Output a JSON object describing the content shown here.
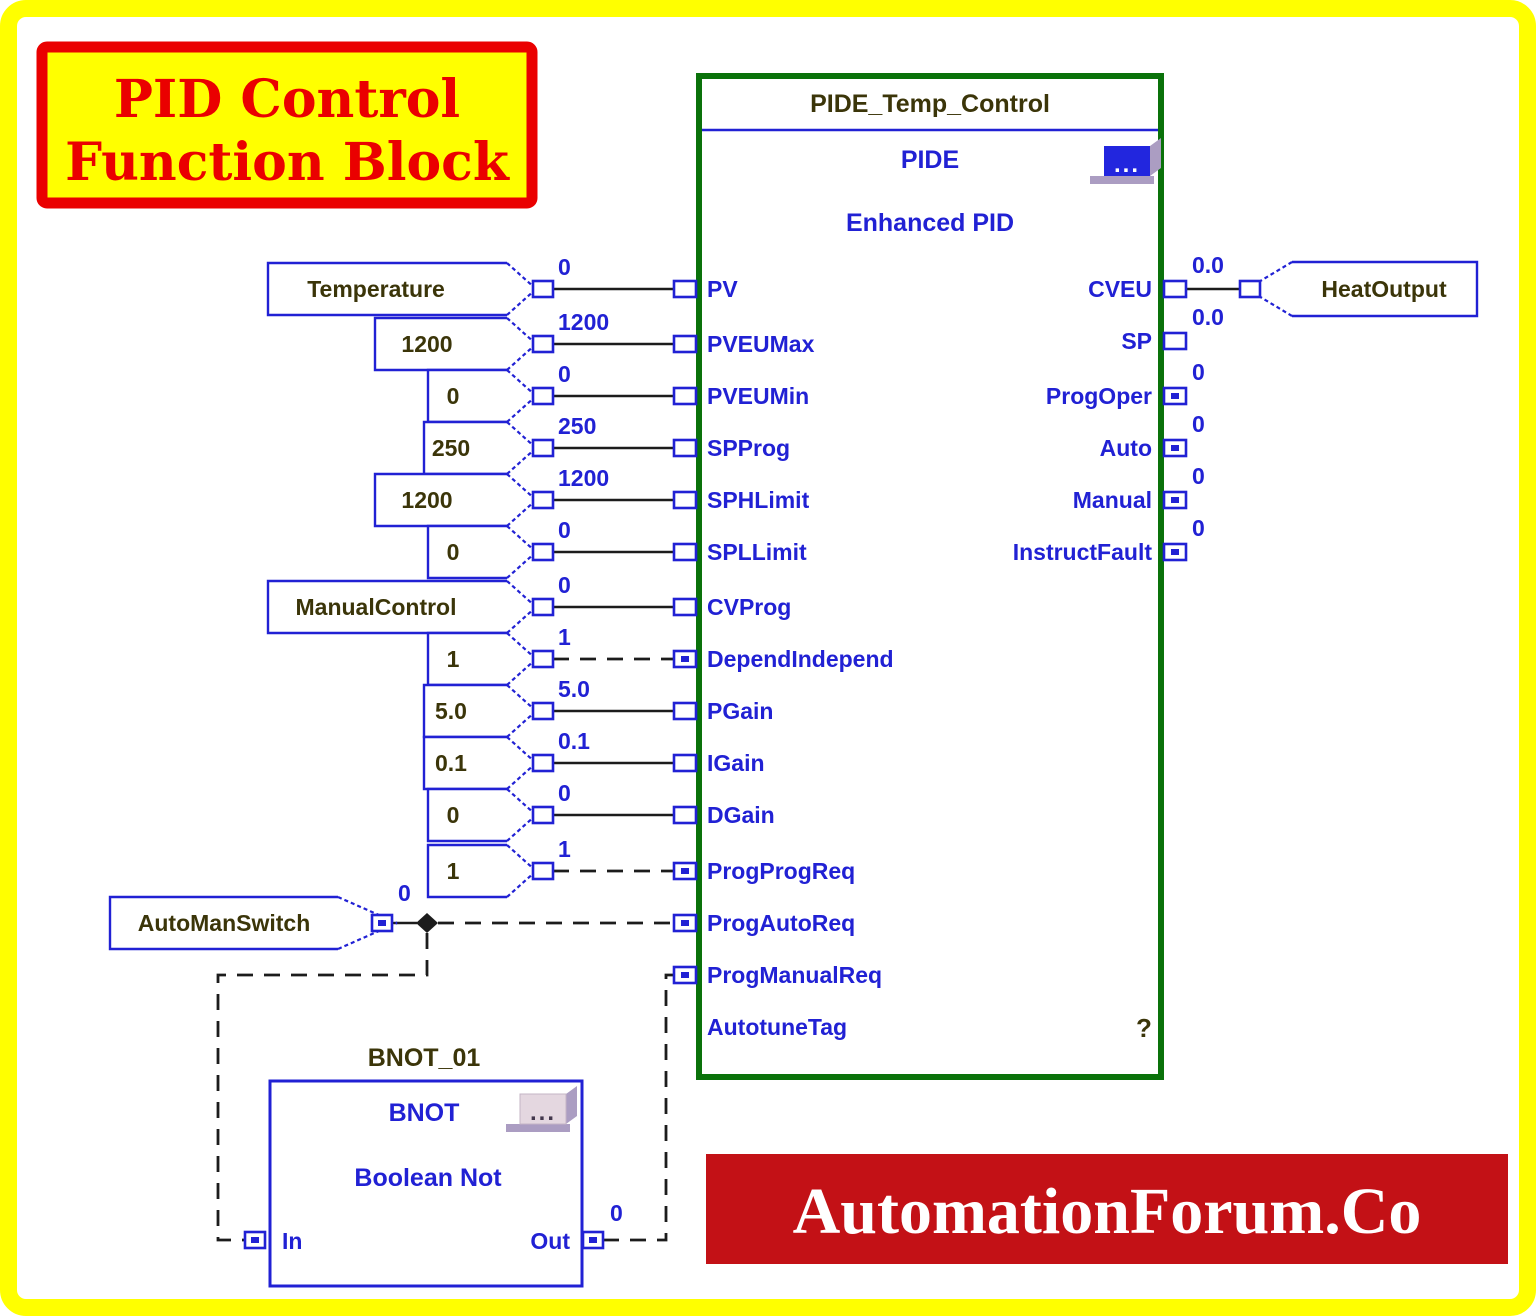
{
  "title_box": {
    "line1": "PID Control",
    "line2": "Function Block"
  },
  "pide_block": {
    "title": "PIDE_Temp_Control",
    "type": "PIDE",
    "subtitle": "Enhanced PID",
    "ellipsis": "...",
    "inputs": [
      {
        "label": "PV",
        "value": "0",
        "tag": "Temperature"
      },
      {
        "label": "PVEUMax",
        "value": "1200",
        "tag": "1200"
      },
      {
        "label": "PVEUMin",
        "value": "0",
        "tag": "0"
      },
      {
        "label": "SPProg",
        "value": "250",
        "tag": "250"
      },
      {
        "label": "SPHLimit",
        "value": "1200",
        "tag": "1200"
      },
      {
        "label": "SPLLimit",
        "value": "0",
        "tag": "0"
      },
      {
        "label": "CVProg",
        "value": "0",
        "tag": "ManualControl"
      },
      {
        "label": "DependIndepend",
        "value": "1",
        "tag": "1"
      },
      {
        "label": "PGain",
        "value": "5.0",
        "tag": "5.0"
      },
      {
        "label": "IGain",
        "value": "0.1",
        "tag": "0.1"
      },
      {
        "label": "DGain",
        "value": "0",
        "tag": "0"
      },
      {
        "label": "ProgProgReq",
        "value": "1",
        "tag": "1"
      },
      {
        "label": "ProgAutoReq"
      },
      {
        "label": "ProgManualReq"
      },
      {
        "label": "AutotuneTag",
        "value": "?"
      }
    ],
    "outputs": [
      {
        "label": "CVEU",
        "value": "0.0"
      },
      {
        "label": "SP",
        "value": "0.0"
      },
      {
        "label": "ProgOper",
        "value": "0"
      },
      {
        "label": "Auto",
        "value": "0"
      },
      {
        "label": "Manual",
        "value": "0"
      },
      {
        "label": "InstructFault",
        "value": "0"
      }
    ]
  },
  "heat_output_tag": {
    "label": "HeatOutput"
  },
  "automan_switch": {
    "label": "AutoManSwitch",
    "value": "0"
  },
  "bnot_block": {
    "title": "BNOT_01",
    "type": "BNOT",
    "subtitle": "Boolean Not",
    "ellipsis": "...",
    "in_label": "In",
    "out_label": "Out",
    "out_value": "0"
  },
  "banner": {
    "text": "AutomationForum.Co"
  },
  "colors": {
    "frame_yellow": "#ffff00",
    "annotation_red": "#ea0000",
    "banner_red": "#c31116",
    "block_green": "#0a720a",
    "diagram_blue": "#2121d4",
    "wire_black": "#1c1c1c",
    "dark_text": "#3b3509"
  }
}
